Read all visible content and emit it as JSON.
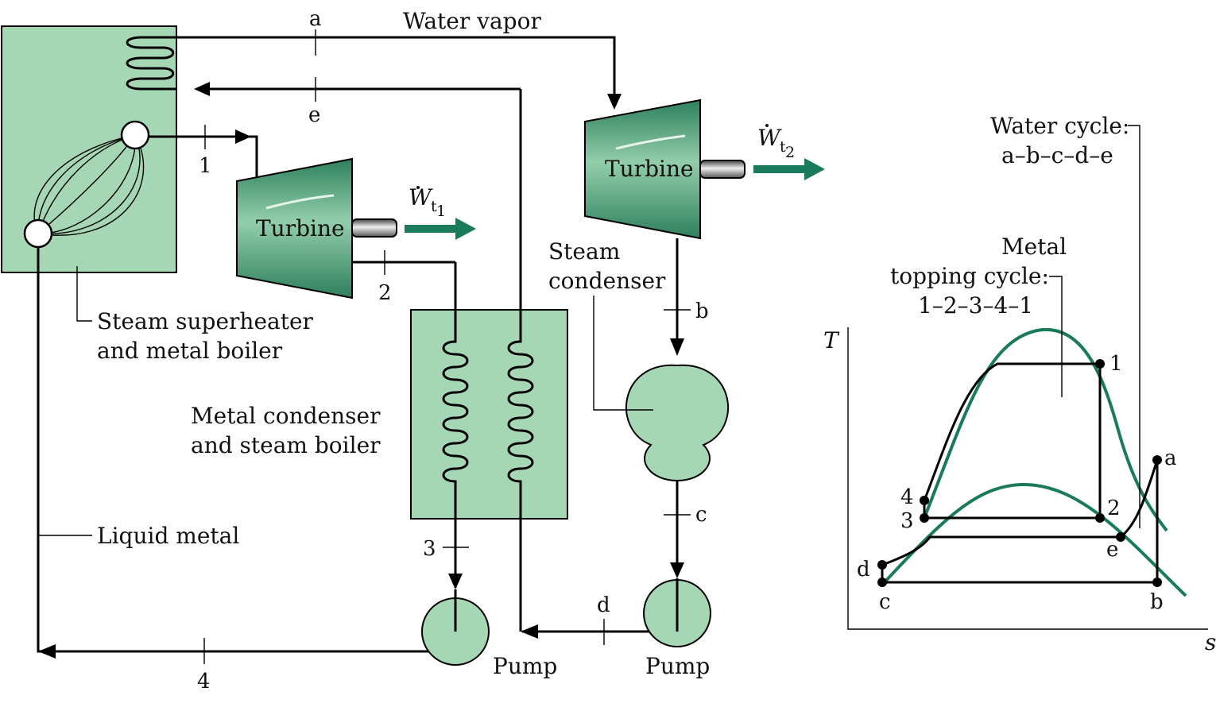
{
  "colors": {
    "equipment_fill": "#a6d7b4",
    "turbine_gradient": [
      "#2e7f5d",
      "#93ceab",
      "#2e7f5d"
    ],
    "work_arrow": "#1a7a5c",
    "saturation_dome": "#1a7a5c",
    "lines": "#000000"
  },
  "labels": {
    "water_vapor": "Water vapor",
    "turbine_1": "Turbine",
    "turbine_2": "Turbine",
    "work_1": "W",
    "work_1_sub": "t",
    "work_1_idx": "1",
    "work_2": "W",
    "work_2_sub": "t",
    "work_2_idx": "2",
    "superheater_line1": "Steam superheater",
    "superheater_line2": "and metal boiler",
    "metal_condenser_line1": "Metal condenser",
    "metal_condenser_line2": "and steam boiler",
    "steam_condenser_line1": "Steam",
    "steam_condenser_line2": "condenser",
    "liquid_metal": "Liquid metal",
    "pump_1": "Pump",
    "pump_2": "Pump"
  },
  "states": {
    "a": "a",
    "e": "e",
    "1": "1",
    "2": "2",
    "3": "3",
    "4": "4",
    "b": "b",
    "c": "c",
    "d": "d"
  },
  "ts_diagram": {
    "axis_y": "T",
    "axis_x": "s",
    "water_cycle_title": "Water cycle:",
    "water_cycle_path": "a–b–c–d–e",
    "metal_title_line1": "Metal",
    "metal_title_line2": "topping cycle:",
    "metal_cycle_path": "1–2–3–4–1",
    "points": {
      "p1": "1",
      "p2": "2",
      "p3": "3",
      "p4": "4",
      "pa": "a",
      "pb": "b",
      "pc": "c",
      "pd": "d",
      "pe": "e"
    }
  }
}
